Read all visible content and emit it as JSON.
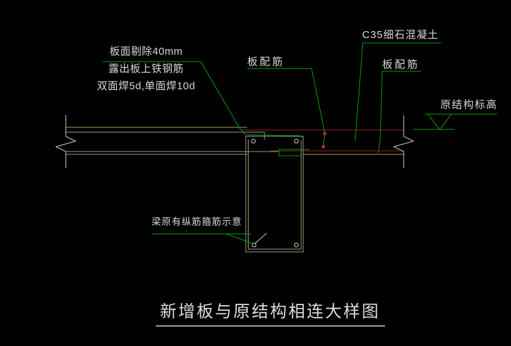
{
  "drawing": {
    "background": "#000000",
    "colors": {
      "leader_green": "#00a000",
      "rebar_red": "#97251a",
      "rebar_dot_red": "#a83220",
      "outline_yellow": "#a6a065",
      "concrete_gray": "#969696",
      "break_line_white": "#cfcfcf",
      "text": "#d9d9d9"
    },
    "annotations": {
      "chip_note": {
        "line1": "板面剔除40mm",
        "line2": "露出板上铁钢筋",
        "line3": "双面焊5d,单面焊10d"
      },
      "slab_rebar_left": "板配筋",
      "concrete_spec": "C35细石混凝土",
      "slab_rebar_right": "板配筋",
      "original_level": "原结构标高",
      "beam_note": "梁原有纵筋箍筋示意"
    },
    "title": "新增板与原结构相连大样图"
  }
}
